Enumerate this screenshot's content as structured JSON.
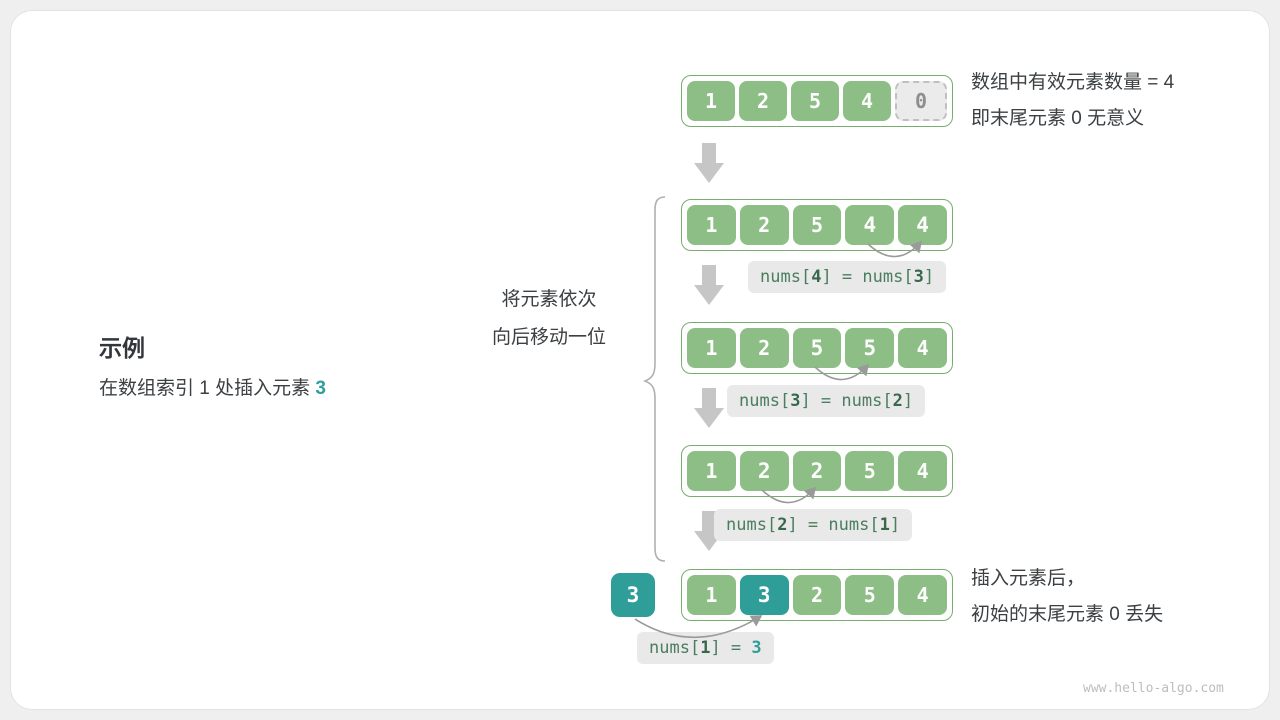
{
  "figure": {
    "example_title": "示例",
    "example_desc_prefix": "在数组索引 1 处插入元素 ",
    "example_desc_value": "3",
    "shift_note_line1": "将元素依次",
    "shift_note_line2": "向后移动一位",
    "top_note_line1": "数组中有效元素数量 = 4",
    "top_note_line2": "即末尾元素 0 无意义",
    "bottom_note_line1": "插入元素后，",
    "bottom_note_line2": "初始的末尾元素 0 丢失",
    "watermark": "www.hello-algo.com"
  },
  "colors": {
    "cell_green": "#8cbe85",
    "cell_border": "#79ad70",
    "cell_teal": "#2f9e99",
    "invalid_gray": "#ebebeb",
    "label_bg": "#e9e9e9",
    "code_text": "#4a7e5f",
    "arrow_gray": "#c6c6c6",
    "arc_gray": "#9a9a9a"
  },
  "steps": {
    "step0": {
      "cells": [
        "1",
        "2",
        "5",
        "4",
        "0"
      ]
    },
    "step1": {
      "cells": [
        "1",
        "2",
        "5",
        "4",
        "4"
      ]
    },
    "step2": {
      "cells": [
        "1",
        "2",
        "5",
        "5",
        "4"
      ]
    },
    "step3": {
      "cells": [
        "1",
        "2",
        "2",
        "5",
        "4"
      ]
    },
    "step4": {
      "cells": [
        "1",
        "3",
        "2",
        "5",
        "4"
      ],
      "inserted_value": "3"
    }
  },
  "labels": {
    "assign1": {
      "p1": "nums[",
      "b1": "4",
      "p2": "] = nums[",
      "b2": "3",
      "p3": "]"
    },
    "assign2": {
      "p1": "nums[",
      "b1": "3",
      "p2": "] = nums[",
      "b2": "2",
      "p3": "]"
    },
    "assign3": {
      "p1": "nums[",
      "b1": "2",
      "p2": "] = nums[",
      "b2": "1",
      "p3": "]"
    },
    "assign4": {
      "p1": "nums[",
      "b1": "1",
      "p2": "] = ",
      "v": "3"
    }
  }
}
